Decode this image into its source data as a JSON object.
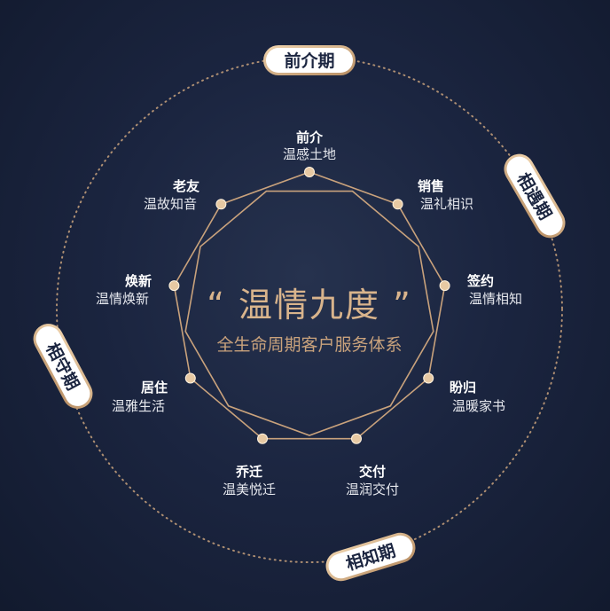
{
  "center": {
    "title": "“ 温情九度 ”",
    "subtitle": "全生命周期客户服务体系"
  },
  "phases": [
    {
      "label": "前介期"
    },
    {
      "label": "相遇期"
    },
    {
      "label": "相知期"
    },
    {
      "label": "相守期"
    }
  ],
  "nodes": [
    {
      "title": "前介",
      "subtitle": "温感土地"
    },
    {
      "title": "销售",
      "subtitle": "温礼相识"
    },
    {
      "title": "签约",
      "subtitle": "温情相知"
    },
    {
      "title": "盼归",
      "subtitle": "温暖家书"
    },
    {
      "title": "交付",
      "subtitle": "温润交付"
    },
    {
      "title": "乔迁",
      "subtitle": "温美悦迁"
    },
    {
      "title": "居住",
      "subtitle": "温雅生活"
    },
    {
      "title": "焕新",
      "subtitle": "温情焕新"
    },
    {
      "title": "老友",
      "subtitle": "温故知音"
    }
  ],
  "colors": {
    "gold": "#c9a27c",
    "gold_light": "#e7c9a3",
    "pill_fill": "#ffffff",
    "pill_text": "#1b2540",
    "background": "#1b2540"
  }
}
